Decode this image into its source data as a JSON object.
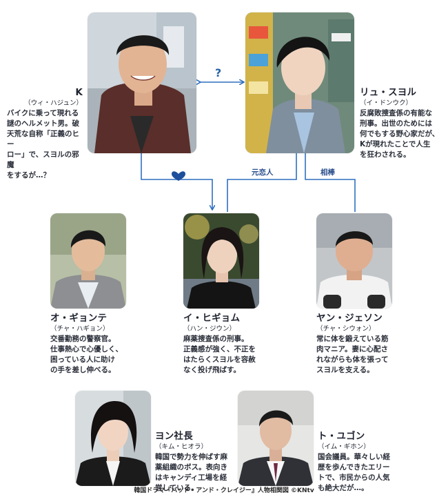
{
  "colors": {
    "connector": "#2e6fbf",
    "heart": "#1d4f9c",
    "relation_text": "#2a4e8c"
  },
  "relations": {
    "question": "?",
    "ex_lover": "元恋人",
    "partner": "相棒"
  },
  "characters": {
    "k": {
      "name": "K",
      "actor": "（ウィ・ハジュン）",
      "desc": "バイクに乗って現れる\n謎のヘルメット男。破\n天荒な自称「正義のヒー\nロー」で、スヨルの邪魔\nをするが…？"
    },
    "ryu": {
      "name": "リュ・スヨル",
      "actor": "（イ・ドンウク）",
      "desc": "反腐敗捜査係の有能な\n刑事。出世のためには\n何でもする野心家だが、\nKが現れたことで人生\nを狂わされる。"
    },
    "oh": {
      "name": "オ・ギョンテ",
      "actor": "（チャ・ハギョン）",
      "desc": "交番勤務の警察官。\n仕事熱心で心優しく、\n困っている人に助け\nの手を差し伸べる。"
    },
    "lee": {
      "name": "イ・ヒギョム",
      "actor": "（ハン・ジウン）",
      "desc": "麻薬捜査係の刑事。\n正義感が強く、不正を\nはたらくスヨルを容赦\nなく投げ飛ばす。"
    },
    "yang": {
      "name": "ヤン・ジェソン",
      "actor": "（チャ・シウォン）",
      "desc": "常に体を鍛えている筋\n肉マニア。妻に心配さ\nれながらも体を張って\nスヨルを支える。"
    },
    "yeon": {
      "name": "ヨン社長",
      "actor": "（キム・ヒオラ）",
      "desc": "韓国で勢力を伸ばす麻\n薬組織のボス。表向き\nはキャンディ工場を経\n営している。"
    },
    "to": {
      "name": "ト・ユゴン",
      "actor": "（イム・ギホン）",
      "desc": "国会議員。華々しい経\n歴を歩んできたエリー\nトで、市民からの人気\nも絶大だが…。"
    }
  },
  "caption": "韓国ドラマ『バッド・アンド・クレイジー』人物相関図 ©KNtv"
}
